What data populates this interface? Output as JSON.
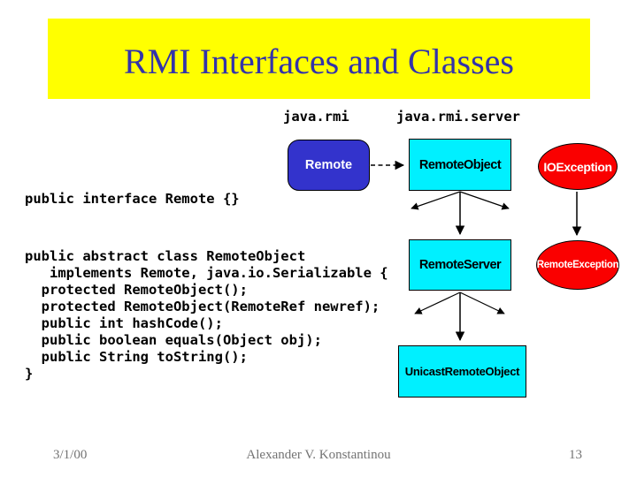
{
  "title": "RMI Interfaces and Classes",
  "package_labels": {
    "java_rmi": "java.rmi",
    "java_rmi_server": "java.rmi.server"
  },
  "code": {
    "interface_remote": "public interface Remote {}",
    "class_remote_object": "public abstract class RemoteObject\n   implements Remote, java.io.Serializable {\n  protected RemoteObject();\n  protected RemoteObject(RemoteRef newref);\n  public int hashCode();\n  public boolean equals(Object obj);\n  public String toString();\n}"
  },
  "diagram": {
    "remote": {
      "label": "Remote",
      "shape": "rounded-rect",
      "fill": "#3333CC",
      "text_color": "#FFFFFF"
    },
    "remote_object": {
      "label": "RemoteObject",
      "shape": "rect",
      "fill": "#00F0FF",
      "text_color": "#000000"
    },
    "io_exception": {
      "label": "IOException",
      "shape": "ellipse",
      "fill": "#FA0000",
      "text_color": "#FFFFFF"
    },
    "remote_server": {
      "label": "RemoteServer",
      "shape": "rect",
      "fill": "#00F0FF",
      "text_color": "#000000"
    },
    "remote_exception": {
      "label": "RemoteException",
      "shape": "ellipse",
      "fill": "#FA0000",
      "text_color": "#FFFFFF"
    },
    "unicast_remote_object": {
      "label": "UnicastRemoteObject",
      "shape": "rect",
      "fill": "#00F0FF",
      "text_color": "#000000"
    }
  },
  "footer": {
    "date": "3/1/00",
    "author": "Alexander V. Konstantinou",
    "page": "13"
  },
  "colors": {
    "background": "#FFFFFF",
    "banner": "#FFFF00",
    "title_text": "#3333AA",
    "code_text": "#000000",
    "footer_text": "#737373",
    "arrow": "#000000"
  }
}
